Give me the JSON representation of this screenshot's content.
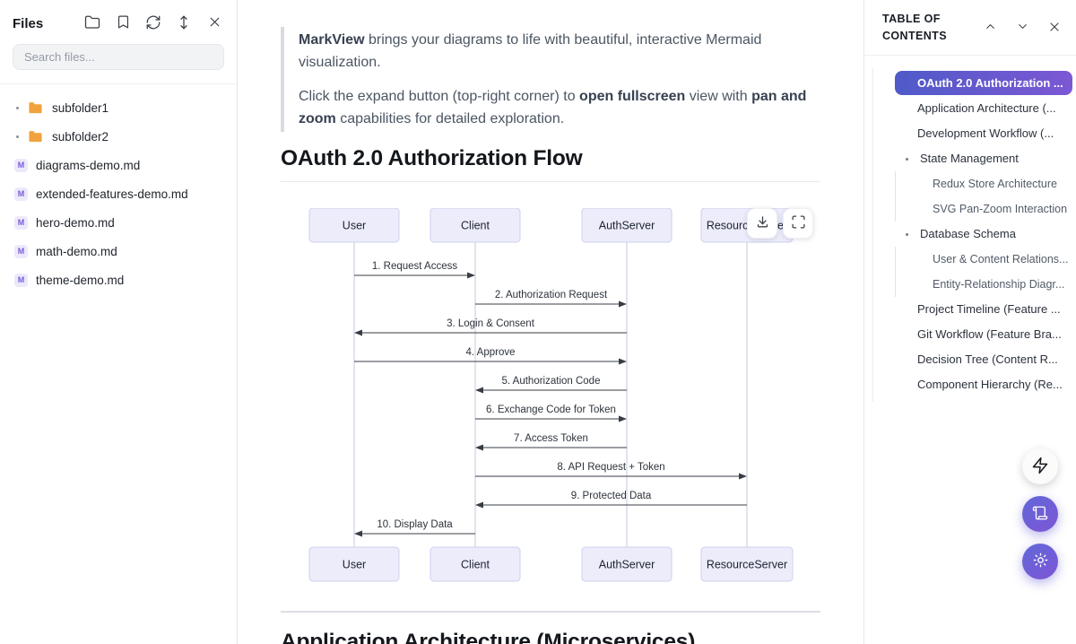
{
  "sidebar": {
    "title": "Files",
    "search_placeholder": "Search files...",
    "toolbar_icons": [
      "folder-icon",
      "bookmark-icon",
      "refresh-icon",
      "resize-vertical-icon",
      "close-icon"
    ],
    "files": [
      {
        "name": "subfolder1",
        "type": "folder"
      },
      {
        "name": "subfolder2",
        "type": "folder"
      },
      {
        "name": "diagrams-demo.md",
        "type": "markdown"
      },
      {
        "name": "extended-features-demo.md",
        "type": "markdown"
      },
      {
        "name": "hero-demo.md",
        "type": "markdown"
      },
      {
        "name": "math-demo.md",
        "type": "markdown"
      },
      {
        "name": "theme-demo.md",
        "type": "markdown"
      }
    ]
  },
  "document": {
    "intro": [
      [
        {
          "text": "MarkView",
          "bold": true
        },
        {
          "text": " brings your diagrams to life with beautiful, interactive Mermaid visualization.",
          "bold": false
        }
      ],
      [
        {
          "text": "Click the expand button (top-right corner) to ",
          "bold": false
        },
        {
          "text": "open fullscreen",
          "bold": true
        },
        {
          "text": " view with ",
          "bold": false
        },
        {
          "text": "pan and zoom",
          "bold": true
        },
        {
          "text": " capabilities for detailed exploration.",
          "bold": false
        }
      ]
    ],
    "heading": "OAuth 2.0 Authorization Flow",
    "next_heading_partial": "Application Architecture (Microservices)"
  },
  "diagram_toolbar": {
    "icons": [
      "download-icon",
      "fullscreen-icon"
    ]
  },
  "chart_data": {
    "type": "sequence-diagram",
    "title": "OAuth 2.0 Authorization Flow",
    "actors": [
      "User",
      "Client",
      "AuthServer",
      "ResourceServer"
    ],
    "messages": [
      {
        "from": "User",
        "to": "Client",
        "label": "1. Request Access"
      },
      {
        "from": "Client",
        "to": "AuthServer",
        "label": "2. Authorization Request"
      },
      {
        "from": "AuthServer",
        "to": "User",
        "label": "3. Login & Consent"
      },
      {
        "from": "User",
        "to": "AuthServer",
        "label": "4. Approve"
      },
      {
        "from": "AuthServer",
        "to": "Client",
        "label": "5. Authorization Code"
      },
      {
        "from": "Client",
        "to": "AuthServer",
        "label": "6. Exchange Code for Token"
      },
      {
        "from": "AuthServer",
        "to": "Client",
        "label": "7. Access Token"
      },
      {
        "from": "Client",
        "to": "ResourceServer",
        "label": "8. API Request + Token"
      },
      {
        "from": "ResourceServer",
        "to": "Client",
        "label": "9. Protected Data"
      },
      {
        "from": "Client",
        "to": "User",
        "label": "10. Display Data"
      }
    ]
  },
  "toc": {
    "title": "TABLE OF CONTENTS",
    "header_icons": [
      "chevron-up-icon",
      "chevron-down-icon",
      "close-icon"
    ],
    "items": [
      {
        "label": "OAuth 2.0 Authorization ...",
        "level": 1,
        "active": true,
        "expandable": false
      },
      {
        "label": "Application Architecture (...",
        "level": 1,
        "active": false,
        "expandable": false
      },
      {
        "label": "Development Workflow (...",
        "level": 1,
        "active": false,
        "expandable": false
      },
      {
        "label": "State Management",
        "level": 1,
        "active": false,
        "expandable": true
      },
      {
        "label": "Redux Store Architecture",
        "level": 2,
        "active": false,
        "expandable": false
      },
      {
        "label": "SVG Pan-Zoom Interaction",
        "level": 2,
        "active": false,
        "expandable": false
      },
      {
        "label": "Database Schema",
        "level": 1,
        "active": false,
        "expandable": true
      },
      {
        "label": "User & Content Relations...",
        "level": 2,
        "active": false,
        "expandable": false
      },
      {
        "label": "Entity-Relationship Diagr...",
        "level": 2,
        "active": false,
        "expandable": false
      },
      {
        "label": "Project Timeline (Feature ...",
        "level": 1,
        "active": false,
        "expandable": false
      },
      {
        "label": "Git Workflow (Feature Bra...",
        "level": 1,
        "active": false,
        "expandable": false
      },
      {
        "label": "Decision Tree (Content R...",
        "level": 1,
        "active": false,
        "expandable": false
      },
      {
        "label": "Component Hierarchy (Re...",
        "level": 1,
        "active": false,
        "expandable": false
      }
    ]
  },
  "fabs": {
    "icons": [
      "lightning-icon",
      "scroll-icon",
      "sun-icon"
    ]
  },
  "colors": {
    "accent_gradient_start": "#4f5ac8",
    "accent_gradient_end": "#7c58d4",
    "folder_icon": "#f0a33c",
    "markdown_badge": "#7a5cd8",
    "actor_fill": "#ececfb",
    "actor_border": "#cdd0ee",
    "arrow": "#383d45",
    "blockquote_border": "#d7dbe2"
  }
}
